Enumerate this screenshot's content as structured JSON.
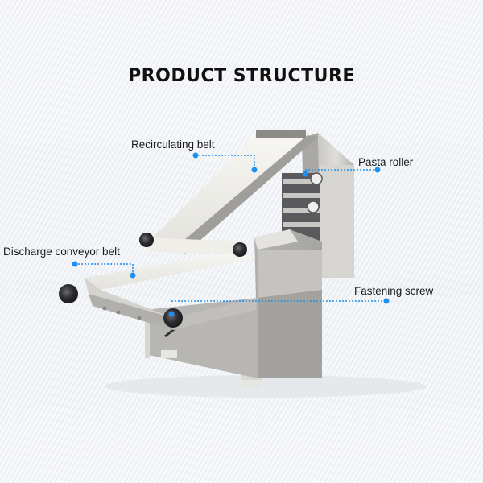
{
  "title": "PRODUCT STRUCTURE",
  "callouts": [
    {
      "id": "recirculating-belt",
      "label": "Recirculating belt"
    },
    {
      "id": "pasta-roller",
      "label": "Pasta roller"
    },
    {
      "id": "discharge-conveyor-belt",
      "label": "Discharge conveyor belt"
    },
    {
      "id": "fastening-screw",
      "label": "Fastening screw"
    }
  ],
  "colors": {
    "leader_line": "#1e8ff0",
    "steel_light": "#dcdcda",
    "steel_mid": "#b9b8b4",
    "steel_dark": "#9d9c98",
    "belt": "#f2f1ec",
    "knob": "#2a2a2c"
  }
}
